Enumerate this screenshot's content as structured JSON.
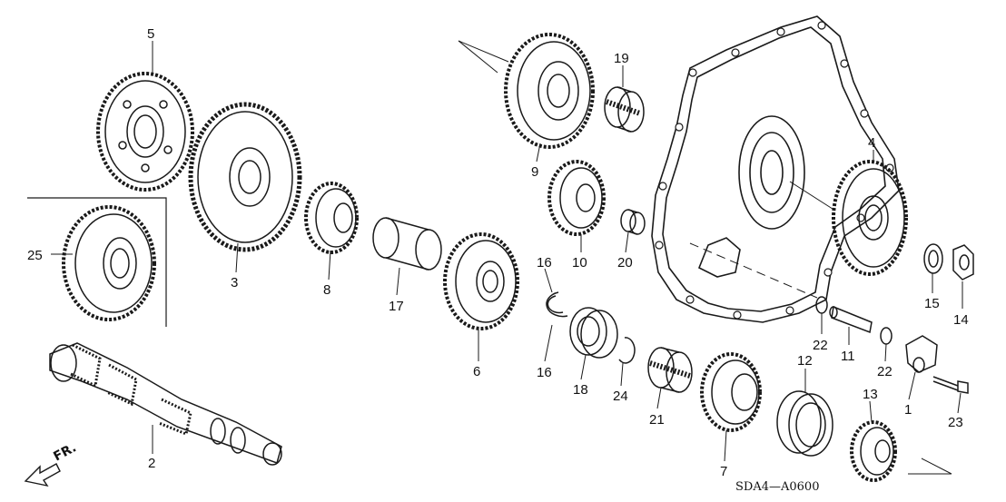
{
  "diagram": {
    "code": "SDA4—A0600",
    "fr_label": "FR.",
    "parts": [
      {
        "id": "1",
        "label": "1"
      },
      {
        "id": "2",
        "label": "2"
      },
      {
        "id": "3",
        "label": "3"
      },
      {
        "id": "4",
        "label": "4"
      },
      {
        "id": "5",
        "label": "5"
      },
      {
        "id": "6",
        "label": "6"
      },
      {
        "id": "7",
        "label": "7"
      },
      {
        "id": "8",
        "label": "8"
      },
      {
        "id": "9",
        "label": "9"
      },
      {
        "id": "10",
        "label": "10"
      },
      {
        "id": "11",
        "label": "11"
      },
      {
        "id": "12",
        "label": "12"
      },
      {
        "id": "13",
        "label": "13"
      },
      {
        "id": "14",
        "label": "14"
      },
      {
        "id": "15",
        "label": "15"
      },
      {
        "id": "16a",
        "label": "16"
      },
      {
        "id": "16b",
        "label": "16"
      },
      {
        "id": "17",
        "label": "17"
      },
      {
        "id": "18",
        "label": "18"
      },
      {
        "id": "19",
        "label": "19"
      },
      {
        "id": "20",
        "label": "20"
      },
      {
        "id": "21",
        "label": "21"
      },
      {
        "id": "22a",
        "label": "22"
      },
      {
        "id": "22b",
        "label": "22"
      },
      {
        "id": "23",
        "label": "23"
      },
      {
        "id": "24",
        "label": "24"
      },
      {
        "id": "25",
        "label": "25"
      }
    ]
  }
}
